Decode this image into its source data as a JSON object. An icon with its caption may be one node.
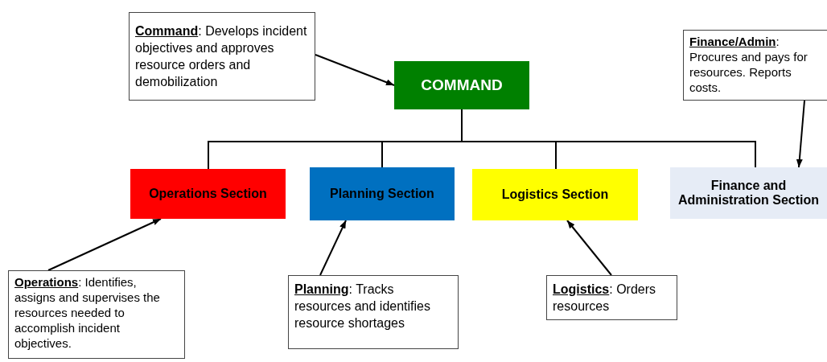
{
  "diagram": {
    "nodes": [
      {
        "text": [
          "**Command**: Develops incident objectives and approves resource orders and demobilization"
        ]
      },
      {
        "text": [
          "COMMAND"
        ]
      },
      {
        "text": [
          "Operations Section"
        ]
      },
      {
        "text": [
          "Planning Section"
        ]
      },
      {
        "text": [
          "Logistics Section"
        ]
      },
      {
        "text": [
          "Finance and Administration Section"
        ]
      },
      {
        "text": [
          "**Finance/Admin**: Procures and pays for resources. Reports costs."
        ]
      },
      {
        "text": [
          "**Operations**: Identifies, assigns and supervises the resources needed to accomplish incident objectives."
        ]
      },
      {
        "text": [
          "**Planning**: Tracks resources and identifies resource shortages"
        ]
      },
      {
        "text": [
          "**Logistics**: Orders resources"
        ]
      }
    ],
    "edges": [
      {
        "from": 1,
        "to": 2,
        "arrow": "none"
      },
      {
        "from": 1,
        "to": 3,
        "arrow": "none"
      },
      {
        "from": 1,
        "to": 4,
        "arrow": "none"
      },
      {
        "from": 1,
        "to": 5,
        "arrow": "none"
      },
      {
        "from": 0,
        "to": 1,
        "arrow": "to"
      },
      {
        "from": 6,
        "to": 5,
        "arrow": "to"
      },
      {
        "from": 7,
        "to": 2,
        "arrow": "to"
      },
      {
        "from": 8,
        "to": 3,
        "arrow": "to"
      },
      {
        "from": 9,
        "to": 4,
        "arrow": "to"
      }
    ]
  }
}
